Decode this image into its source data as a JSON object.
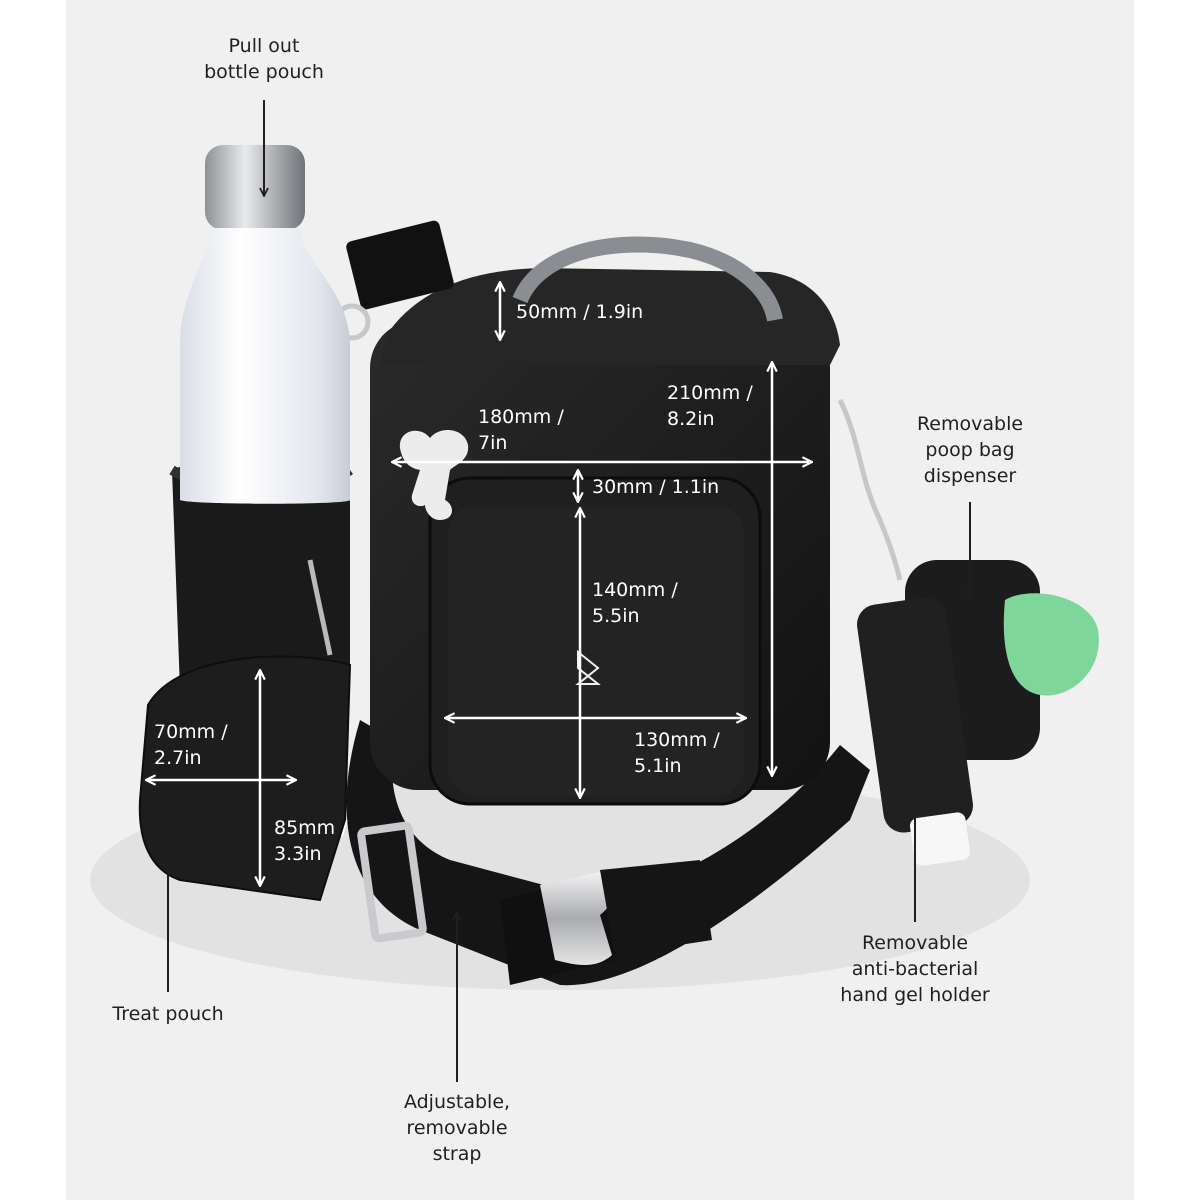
{
  "callouts": {
    "bottle_pouch": "Pull out\nbottle pouch",
    "poop_bag": "Removable\npoop bag\ndispenser",
    "hand_gel": "Removable\nanti-bacterial\nhand gel holder",
    "treat_pouch": "Treat pouch",
    "strap": "Adjustable,\nremovable\nstrap"
  },
  "dimensions": {
    "depth": "50mm / 1.9in",
    "bag_height": "210mm /\n8.2in",
    "bag_width": "180mm /\n7in",
    "pocket_depth": "30mm / 1.1in",
    "pocket_height": "140mm /\n5.5in",
    "pocket_width": "130mm /\n5.1in",
    "treat_width": "70mm /\n2.7in",
    "treat_height": "85mm /\n3.3in"
  },
  "colors": {
    "background": "#f0f0f0",
    "bag": "#1c1c1c",
    "bottle": "#f4f6fa",
    "poop_bags": "#7fd69a"
  }
}
